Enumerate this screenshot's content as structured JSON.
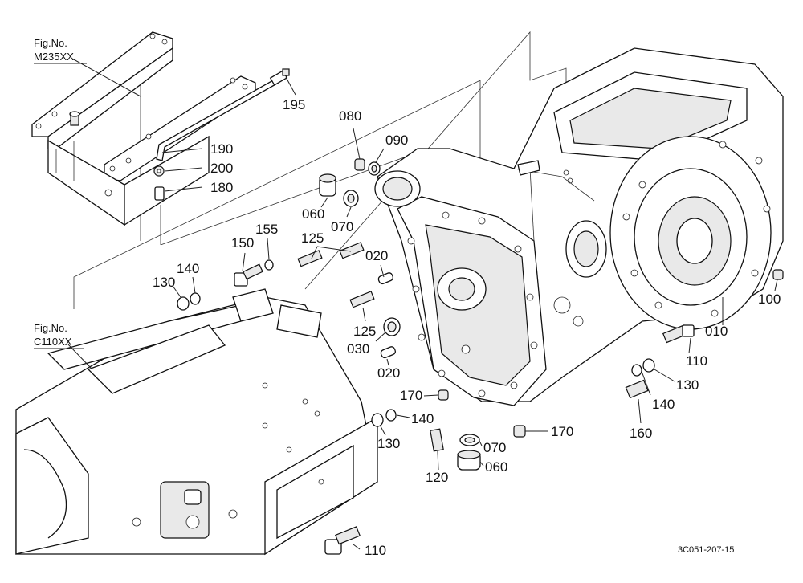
{
  "figure_refs": [
    {
      "line1": "Fig.No.",
      "line2": "M235XX"
    },
    {
      "line1": "Fig.No.",
      "line2": "C110XX"
    }
  ],
  "callouts": [
    "195",
    "190",
    "200",
    "180",
    "080",
    "090",
    "060",
    "070",
    "155",
    "150",
    "125",
    "020",
    "140",
    "130",
    "125",
    "030",
    "020",
    "170",
    "140",
    "130",
    "120",
    "070",
    "060",
    "170",
    "110",
    "130",
    "140",
    "160",
    "010",
    "100",
    "110"
  ],
  "reference_code": "3C051-207-15"
}
